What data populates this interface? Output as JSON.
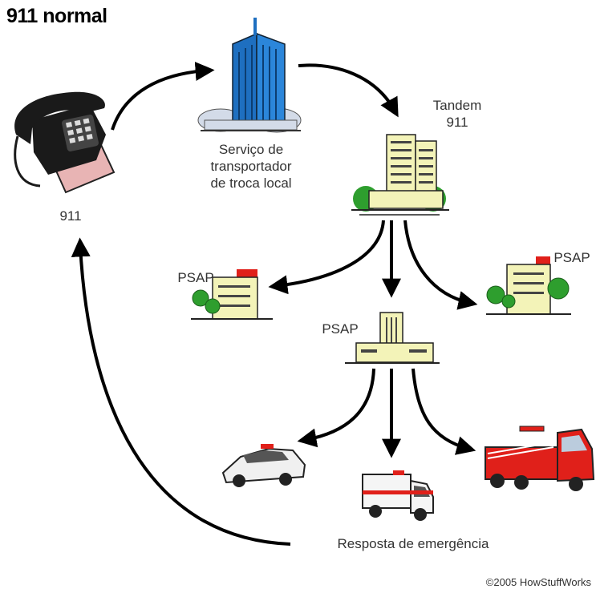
{
  "title": "911 normal",
  "nodes": {
    "phone": {
      "label": "911",
      "icon": "telephone-icon"
    },
    "local_carrier": {
      "label_lines": [
        "Serviço de",
        "transportador",
        "de troca local"
      ],
      "icon": "office-building-icon"
    },
    "tandem": {
      "label_lines": [
        "Tandem",
        "911"
      ],
      "icon": "tandem-building-icon"
    },
    "psap_left": {
      "label": "PSAP",
      "icon": "psap-building-icon"
    },
    "psap_center": {
      "label": "PSAP",
      "icon": "psap-building-icon"
    },
    "psap_right": {
      "label": "PSAP",
      "icon": "psap-building-icon"
    },
    "police": {
      "icon": "police-car-icon"
    },
    "ambulance": {
      "icon": "ambulance-icon"
    },
    "firetruck": {
      "icon": "fire-truck-icon"
    }
  },
  "response_label": "Resposta de emergência",
  "credit": "©2005 HowStuffWorks",
  "colors": {
    "building_blue": "#1e6fc0",
    "building_yellow": "#f3f3b8",
    "tree_green": "#2e9e2e",
    "fire_red": "#e0201a",
    "phone_black": "#1a1a1a",
    "phone_pink": "#e8b4b4",
    "arrow": "#000000"
  }
}
